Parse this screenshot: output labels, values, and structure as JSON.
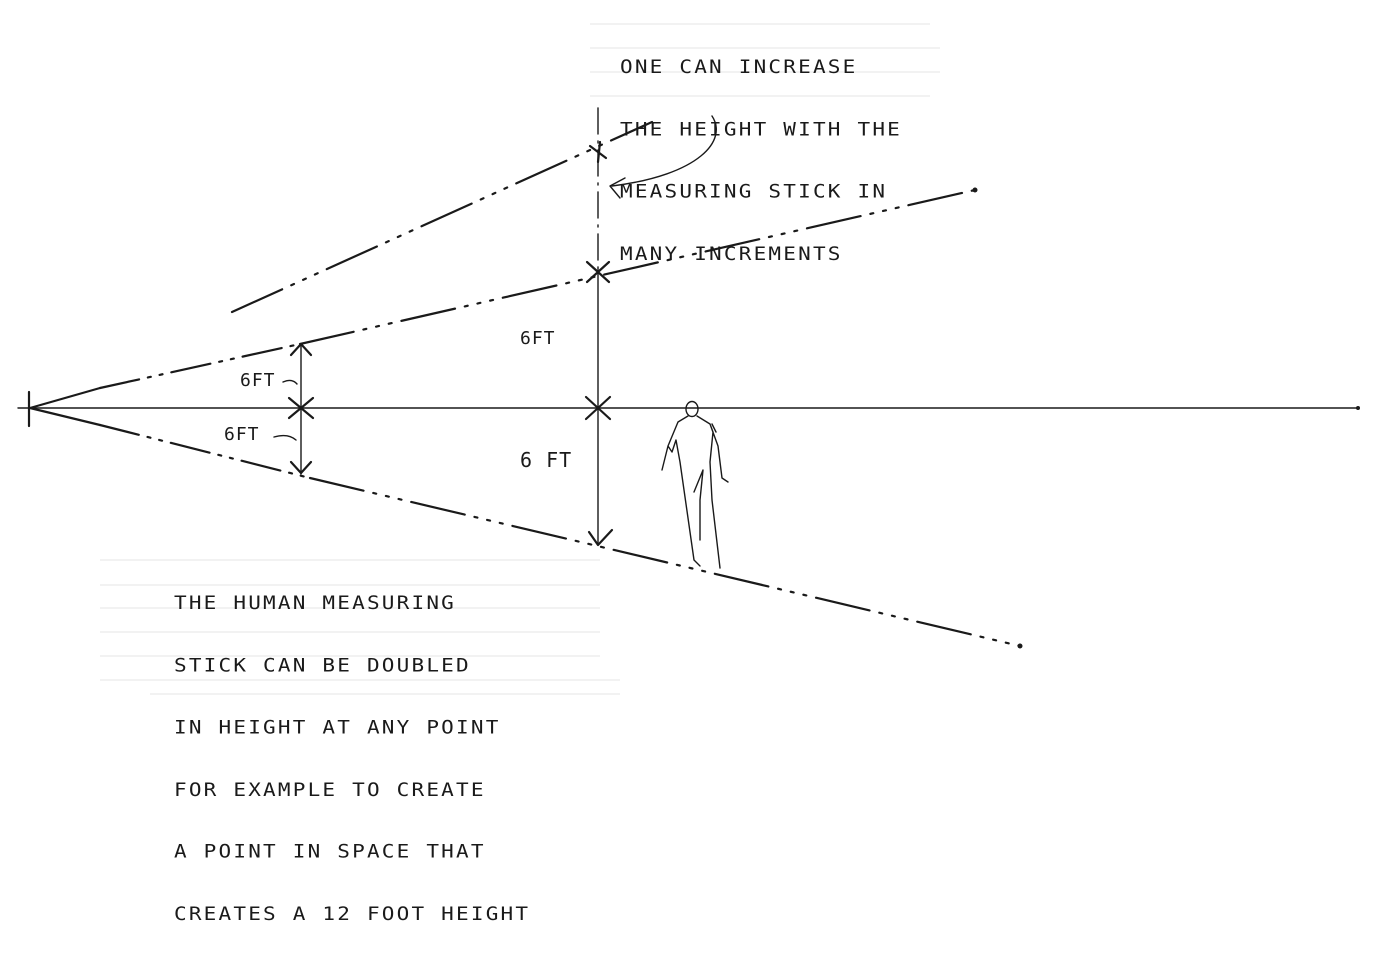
{
  "annotations": {
    "top_note": [
      "ONE CAN INCREASE",
      "THE HEIGHT WITH THE",
      "MEASURING STICK IN",
      "MANY INCREMENTS"
    ],
    "bottom_note": [
      "THE HUMAN MEASURING",
      "STICK CAN BE DOUBLED",
      "IN HEIGHT AT ANY POINT",
      "FOR EXAMPLE TO CREATE",
      "A POINT IN SPACE THAT",
      "CREATES A 12 FOOT HEIGHT"
    ]
  },
  "dimensions": {
    "left_upper": "6FT",
    "left_lower": "6FT",
    "center_upper": "6FT",
    "center_lower": "6 FT"
  },
  "colors": {
    "ink": "#1a1a1a",
    "paper": "#ffffff",
    "guide": "#dcdcdc"
  }
}
